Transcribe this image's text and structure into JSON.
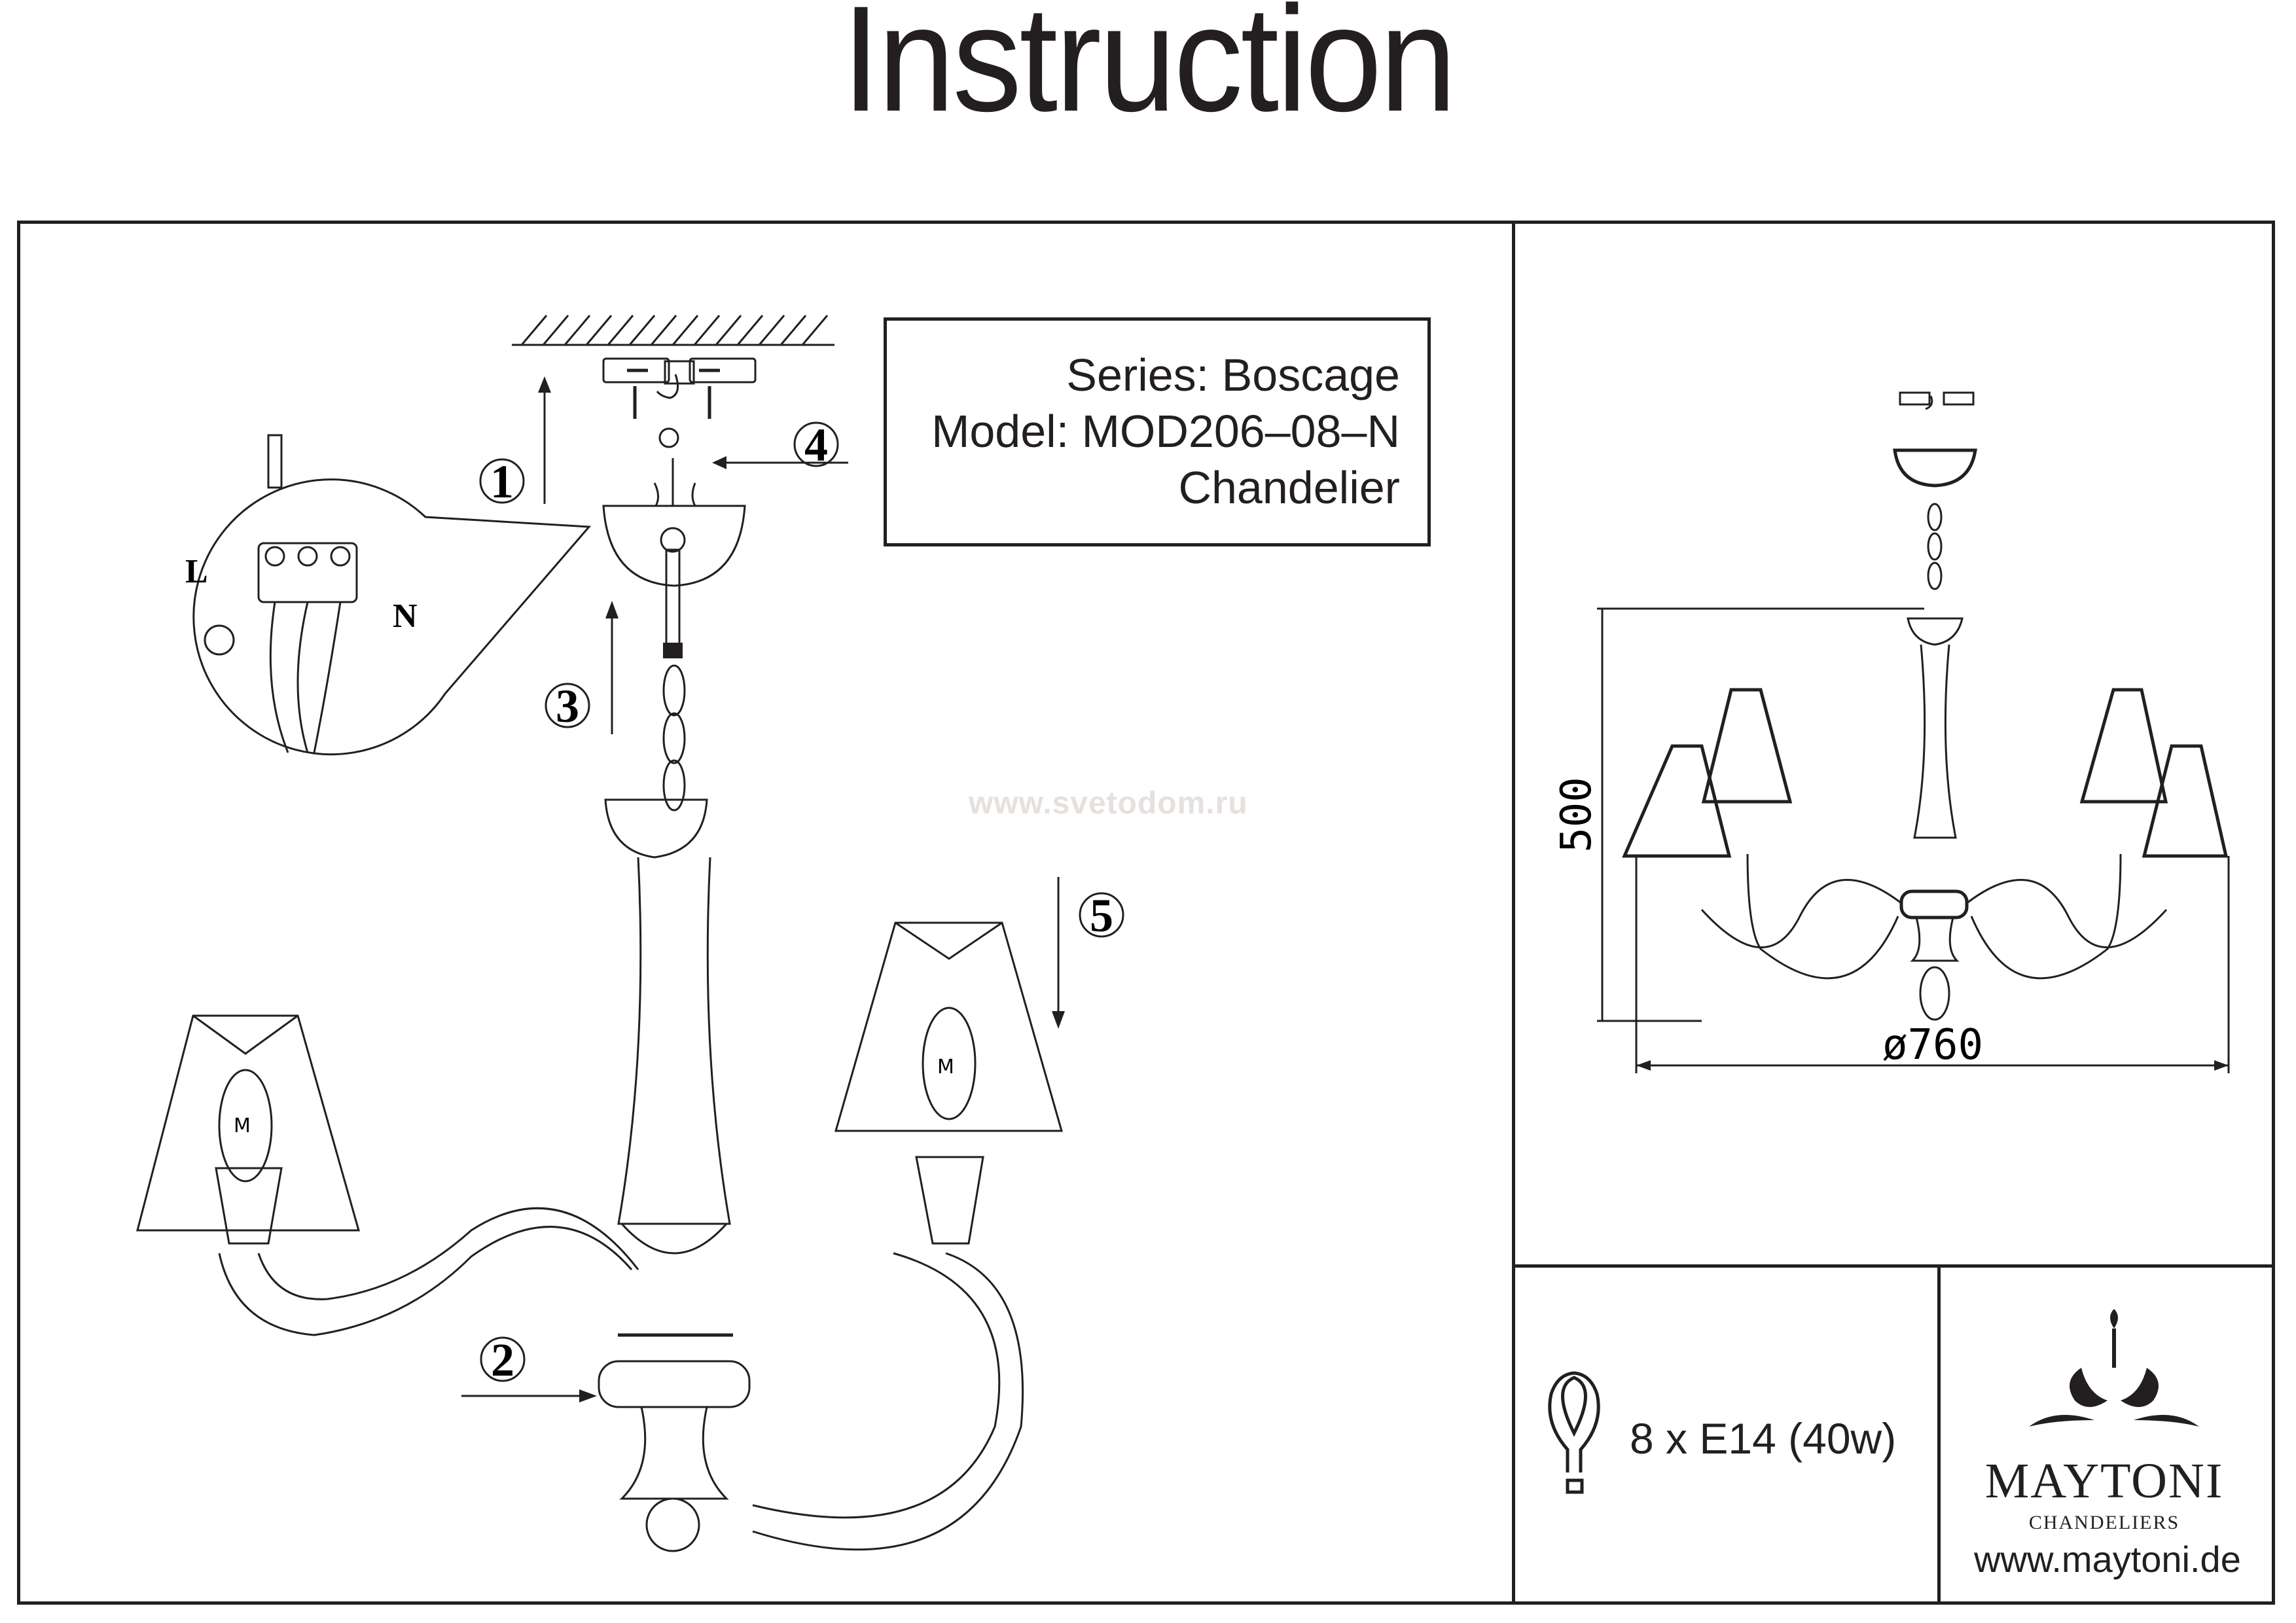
{
  "document": {
    "title": "Instruction",
    "watermark": "www.svetodom.ru"
  },
  "product": {
    "series": "Series: Boscage",
    "model": "Model: MOD206–08–N",
    "type": "Chandelier"
  },
  "steps": [
    {
      "number": "1",
      "icon": "circled-number"
    },
    {
      "number": "2",
      "icon": "circled-number"
    },
    {
      "number": "3",
      "icon": "circled-number"
    },
    {
      "number": "4",
      "icon": "circled-number"
    },
    {
      "number": "5",
      "icon": "circled-number"
    }
  ],
  "wiring": {
    "live_label": "L",
    "neutral_label": "N",
    "ground_icon": "earth-ground-icon"
  },
  "dimensions": {
    "height": "500",
    "diameter": "ø760"
  },
  "specs": {
    "bulbs": "8 x E14 (40w)",
    "bulb_icon": "lightbulb-icon"
  },
  "brand": {
    "name": "MAYTONI",
    "tagline": "CHANDELIERS",
    "url": "www.maytoni.de"
  }
}
